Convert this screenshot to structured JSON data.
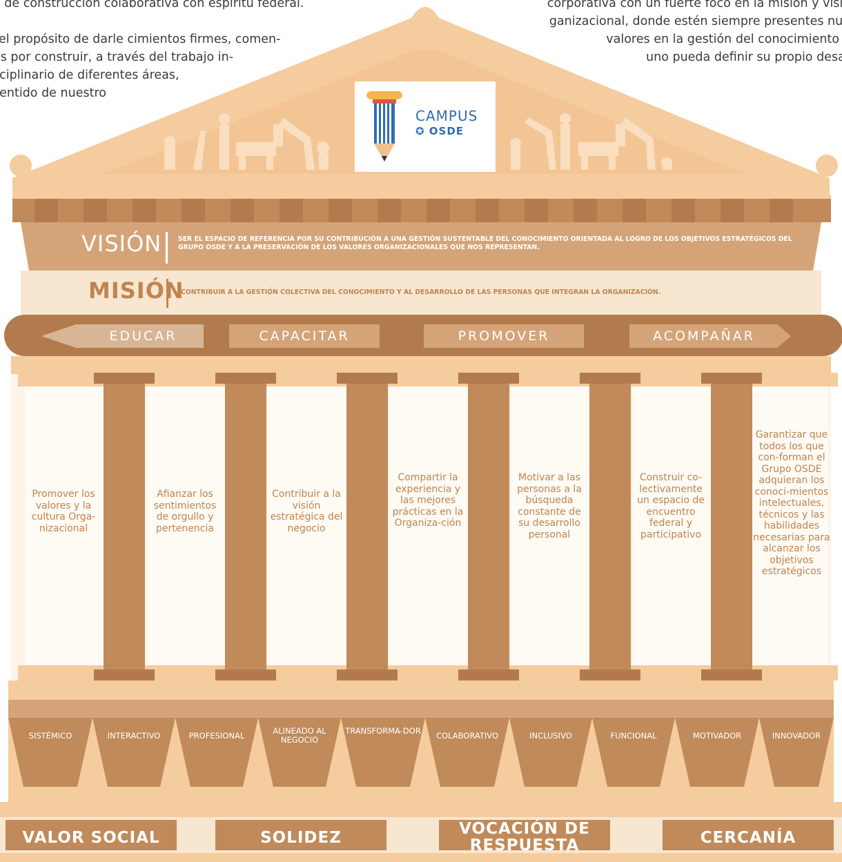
{
  "intro_left": [
    "o de construcción colaborativa con espíritu federal.",
    "",
    "el propósito de darle cimientos firmes, comen-",
    "os por construir, a través del trabajo in-",
    "sciplinario de diferentes áreas,",
    "sentido   de   nuestro"
  ],
  "intro_right": [
    "corporativa con un fuerte foco en la misión y visió",
    "ganizacional, donde estén siempre presentes nue",
    "valores en la gestión del conocimiento y",
    "uno pueda definir su propio desar"
  ],
  "logo": {
    "name": "CAMPUS",
    "brand": "OSDE"
  },
  "vision": {
    "title": "VISIÓN",
    "text": "SER EL ESPACIO DE REFERENCIA POR SU CONTRIBUCIÓN A UNA GESTIÓN SUSTENTABLE DEL CONOCIMIENTO ORIENTADA AL LOGRO DE LOS OBJETIVOS ESTRATÉGICOS DEL GRUPO OSDE Y A LA PRESERVACIÓN DE LOS VALORES ORGANIZACIONALES QUE NOS REPRESENTAN."
  },
  "mision": {
    "title": "MISIÓN",
    "text": "CONTRIBUIR A LA GESTIÓN COLECTIVA DEL CONOCIMIENTO Y AL DESARROLLO DE LAS PERSONAS QUE INTEGRAN LA ORGANIZACIÓN."
  },
  "actions": [
    "EDUCAR",
    "CAPACITAR",
    "PROMOVER",
    "ACOMPAÑAR"
  ],
  "objectives": [
    "Promover los valores y la cultura Orga-nizacional",
    "Afianzar los sentimientos de orgullo y pertenencia",
    "Contribuir a la visión estratégica del negocio",
    "Compartir la experiencia y las mejores prácticas en la Organiza-ción",
    "Motivar a las personas a la búsqueda constante de su desarrollo personal",
    "Construir co-lectivamente un espacio de encuentro federal y participativo",
    "Garantizar que todos los que con-forman el Grupo OSDE adquieran los conoci-mientos intelectuales, técnicos y las habilidades necesarias para alcanzar los objetivos estratégicos"
  ],
  "attributes": [
    "SISTÉMICO",
    "INTERACTIVO",
    "PROFESIONAL",
    "ALINEADO AL NEGOCIO",
    "TRANSFORMA-DOR",
    "COLABORATIVO",
    "INCLUSIVO",
    "FUNCIONAL",
    "MOTIVADOR",
    "INNOVADOR"
  ],
  "pillars": [
    "VALOR SOCIAL",
    "SOLIDEZ",
    "VOCACIÓN DE RESPUESTA",
    "CERCANÍA"
  ],
  "colors": {
    "light_band": "#f7e6d0",
    "peach": "#f5cc9e",
    "tan": "#d4a478",
    "brown": "#c08a5a",
    "dark_brown": "#b27b4d",
    "accent_text": "#c0844f",
    "logo_blue": "#2f6db5"
  }
}
